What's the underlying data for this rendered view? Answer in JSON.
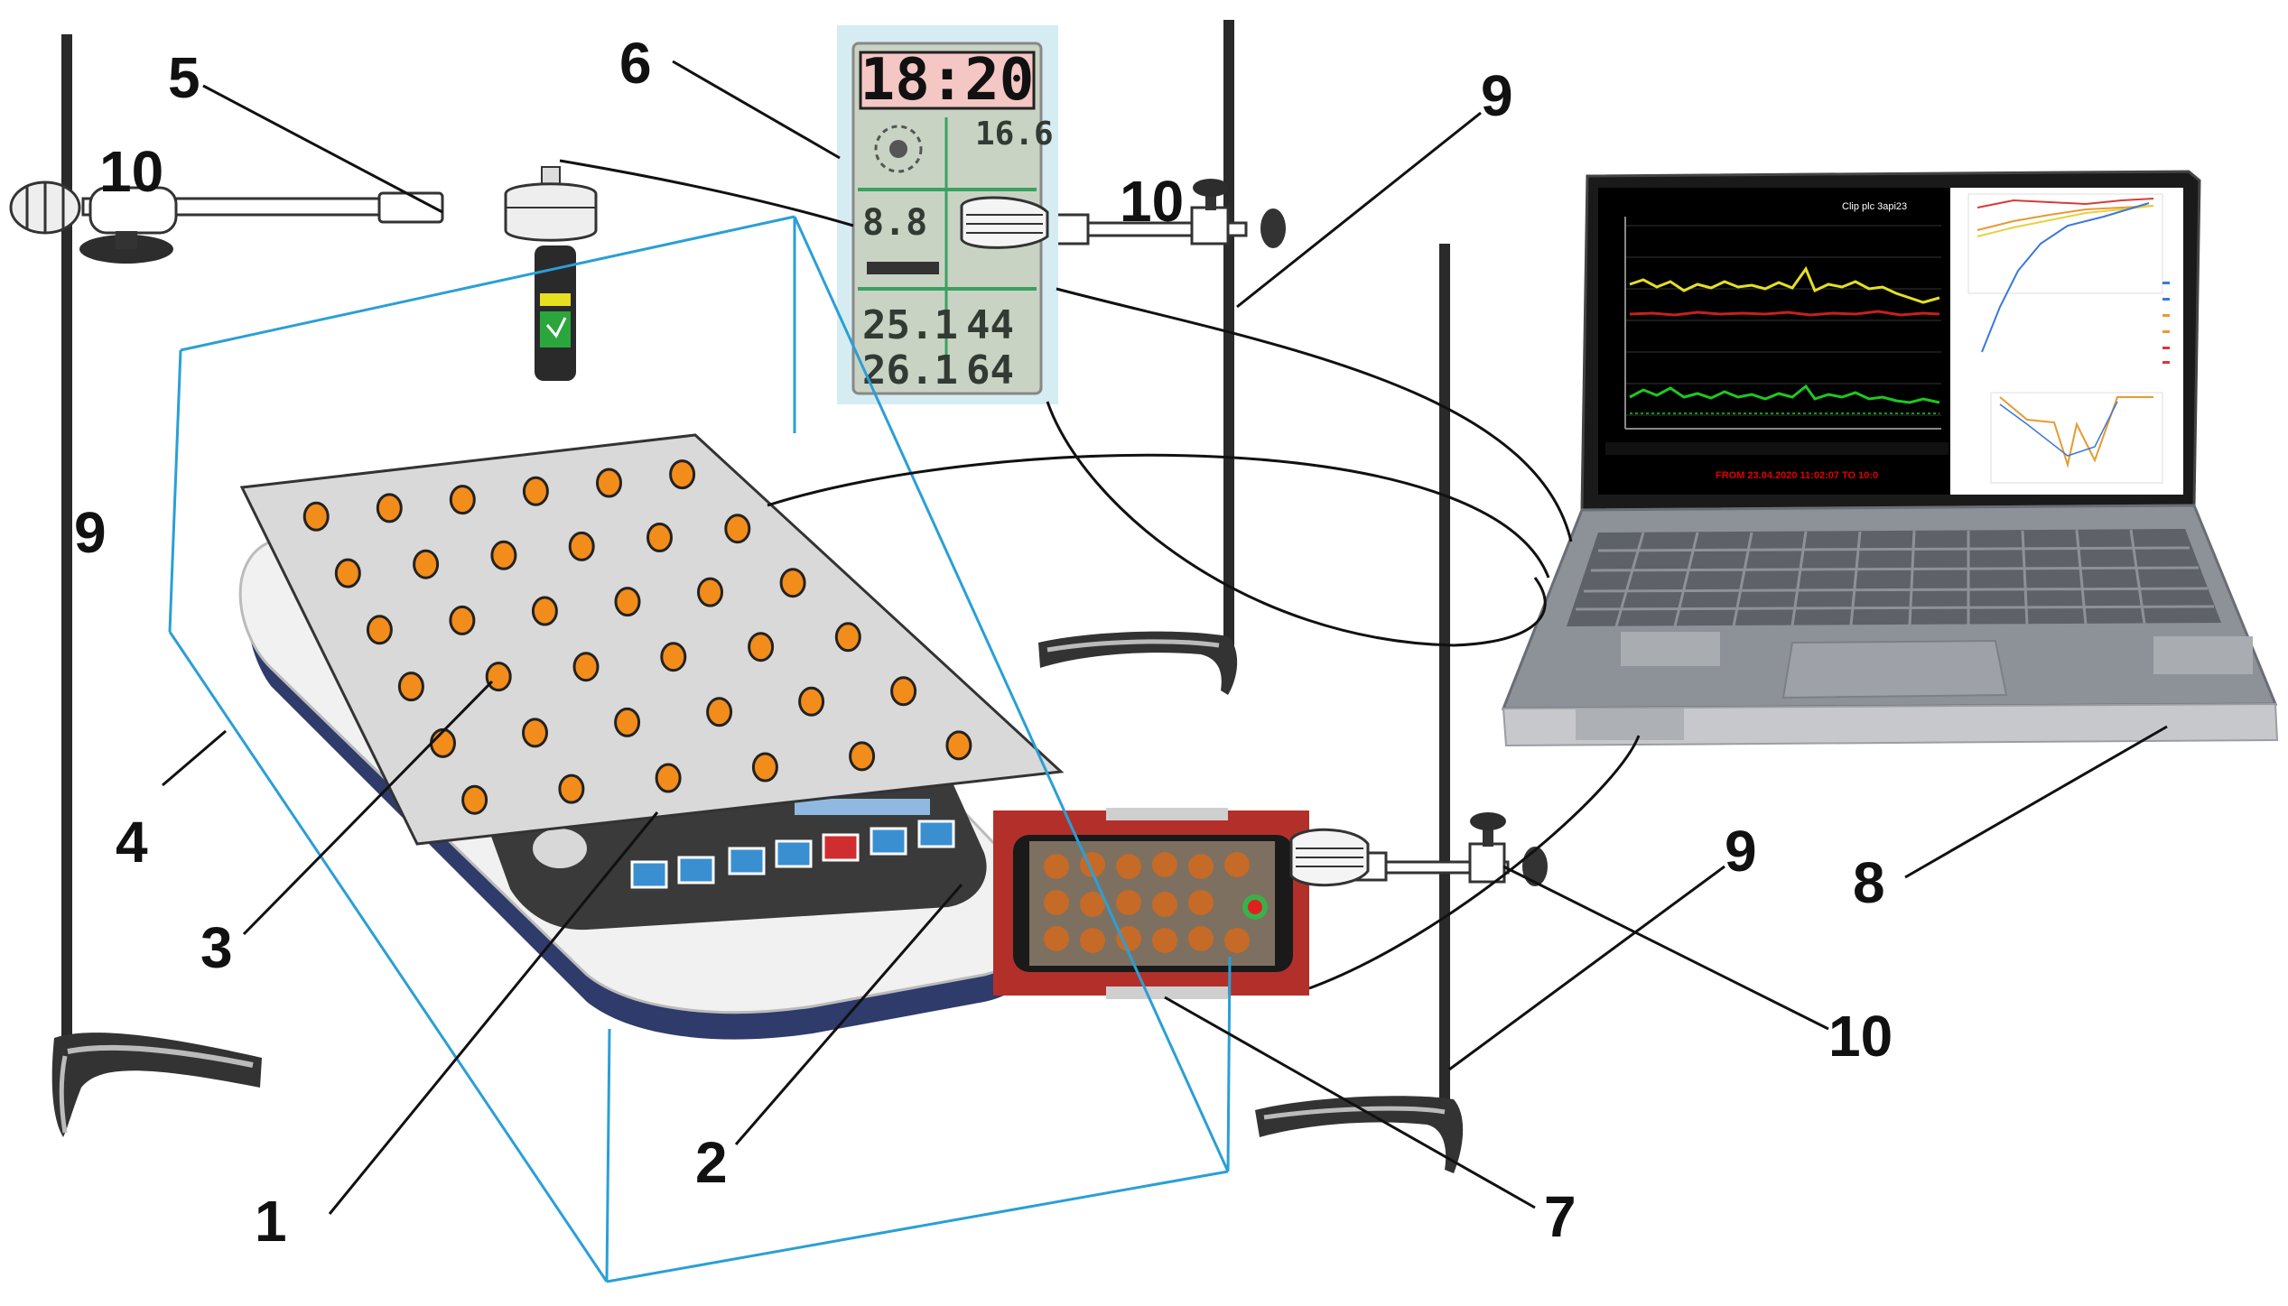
{
  "callouts": {
    "n1": "1",
    "n2": "2",
    "n3": "3",
    "n4": "4",
    "n5": "5",
    "n6": "6",
    "n7": "7",
    "n8": "8",
    "n9a": "9",
    "n9b": "9",
    "n9c": "9",
    "n10a": "10",
    "n10b": "10",
    "n10c": "10"
  },
  "weather_station": {
    "clock": "18:20",
    "upper_right": "16.6",
    "mid_left": "8.8",
    "temp_indoor": "25.1",
    "hum_indoor": "44",
    "temp_outdoor": "26.1",
    "hum_outdoor": "64"
  },
  "laptop_screen": {
    "chart_title": "Clip plc 3api23",
    "footer_text": "FROM 23.04.2020 11:02:07    TO 10:0",
    "colors": {
      "yellow_series": "#e6e020",
      "red_series": "#c8201e",
      "green_series": "#1ec81e",
      "background": "#000000"
    }
  },
  "colors": {
    "chamber_outline": "#2a9fd6",
    "sample_dot": "#f28c1a",
    "phone_frame": "#b3302a",
    "lcd_bg": "#c9d3c3",
    "clock_bg": "#f4c6c4"
  }
}
